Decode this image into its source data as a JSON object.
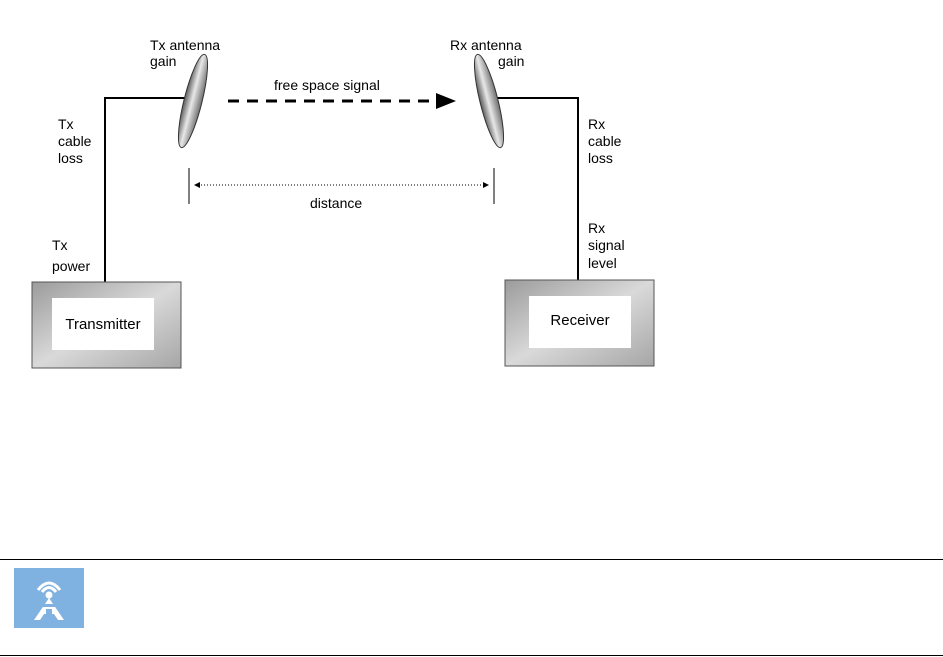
{
  "diagram": {
    "tx_antenna_gain": [
      "Tx antenna",
      "gain"
    ],
    "rx_antenna_gain": [
      "Rx antenna",
      "gain"
    ],
    "free_space_signal": "free space signal",
    "tx_cable_loss": [
      "Tx",
      "cable",
      "loss"
    ],
    "rx_cable_loss": [
      "Rx",
      "cable",
      "loss"
    ],
    "distance": "distance",
    "tx_power": [
      "Tx",
      "power"
    ],
    "rx_signal_level": [
      "Rx",
      "signal",
      "level"
    ],
    "transmitter": "Transmitter",
    "receiver": "Receiver"
  },
  "note": {
    "icon": "antenna-tower-icon",
    "icon_color": "#7fb2e0"
  }
}
